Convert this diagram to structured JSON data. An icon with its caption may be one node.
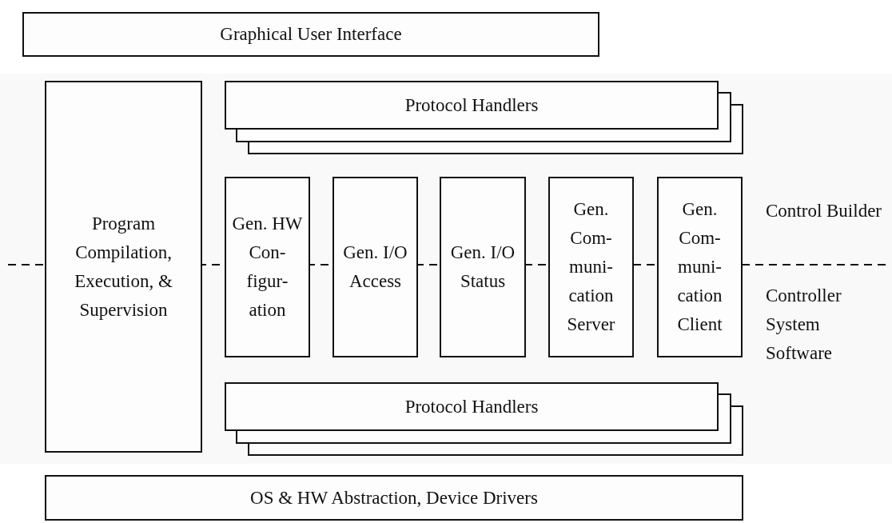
{
  "diagram": {
    "nodes": [
      {
        "text": [
          "Graphical User Interface"
        ]
      },
      {
        "text": [
          "Program Compilation, Execution, & Supervision"
        ]
      },
      {
        "text": [
          "Protocol Handlers"
        ]
      },
      {
        "text": [
          "Gen. HW Con- figur- ation"
        ]
      },
      {
        "text": [
          "Gen. I/O Access"
        ]
      },
      {
        "text": [
          "Gen. I/O Status"
        ]
      },
      {
        "text": [
          "Gen. Com- muni- cation Server"
        ]
      },
      {
        "text": [
          "Gen. Com- muni- cation Client"
        ]
      },
      {
        "text": [
          "Protocol Handlers"
        ]
      },
      {
        "text": [
          "OS & HW Abstraction, Device Drivers"
        ]
      }
    ],
    "labels": [
      "Control Builder",
      "Controller System Software"
    ]
  }
}
